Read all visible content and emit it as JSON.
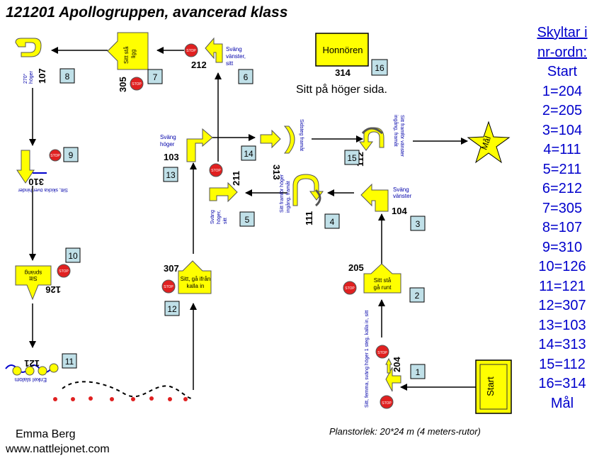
{
  "title": "121201 Apollogruppen, avancerad klass",
  "legend": {
    "heading_line1": "Skyltar i",
    "heading_line2": "nr-ordn:",
    "items": [
      "Start",
      "1=204",
      "2=205",
      "3=104",
      "4=111",
      "5=211",
      "6=212",
      "7=305",
      "8=107",
      "9=310",
      "10=126",
      "11=121",
      "12=307",
      "13=103",
      "14=313",
      "15=112",
      "16=314",
      "Mål"
    ]
  },
  "author": "Emma Berg",
  "website": "www.nattlejonet.com",
  "plan_size": "Planstorlek: 20*24 m (4 meters-rutor)",
  "honor_note": "Sitt på höger sida.",
  "colors": {
    "sign": "#ffff00",
    "station_box": "#c0e0e8",
    "stop_sign": "#e02020",
    "legend_text": "#0000cc"
  },
  "nodes": {
    "start": {
      "label": "Start"
    },
    "goal": {
      "label": "Mål"
    },
    "honor": {
      "label": "Honnören",
      "number": "314",
      "box": "16"
    },
    "s1": {
      "number": "204",
      "box": "1",
      "text": "Sitt, femma, sväng höger 1 steg, kalla in, sitt"
    },
    "s2": {
      "number": "205",
      "box": "2",
      "text1": "Sitt stå",
      "text2": "gå runt"
    },
    "s3": {
      "number": "104",
      "box": "3",
      "text1": "Sväng",
      "text2": "vänster"
    },
    "s4": {
      "number": "111",
      "box": "4",
      "text1": "Sitt framför höger",
      "text2": "ingång, framåt"
    },
    "s5": {
      "number": "211",
      "box": "5",
      "text1": "Sväng",
      "text2": "höger,",
      "text3": "sitt"
    },
    "s6": {
      "number": "212",
      "box": "6",
      "text1": "Sväng",
      "text2": "vänster,",
      "text3": "sitt"
    },
    "s7": {
      "number": "305",
      "box": "7",
      "text1": "Sitt stå",
      "text2": "ligg"
    },
    "s8": {
      "number": "107",
      "box": "8",
      "text1": "270°",
      "text2": "höger"
    },
    "s9": {
      "number": "310",
      "box": "9",
      "text": "Sitt, skicka över hinder"
    },
    "s10": {
      "number": "126",
      "box": "10",
      "text1": "Sitt",
      "text2": "sprang"
    },
    "s11": {
      "number": "121",
      "box": "11",
      "text": "Enkel slalom"
    },
    "s12": {
      "number": "307",
      "box": "12",
      "text1": "Sitt, gå ifrån",
      "text2": "kalla in"
    },
    "s13": {
      "number": "103",
      "box": "13",
      "text1": "Sväng",
      "text2": "höger"
    },
    "s14": {
      "number": "313",
      "box": "14",
      "text": "Sidsteg framåt"
    },
    "s15": {
      "number": "112",
      "box": "15",
      "text1": "Sitt framför vänster",
      "text2": "ingång, framåt"
    }
  },
  "stop_label": "STOP"
}
